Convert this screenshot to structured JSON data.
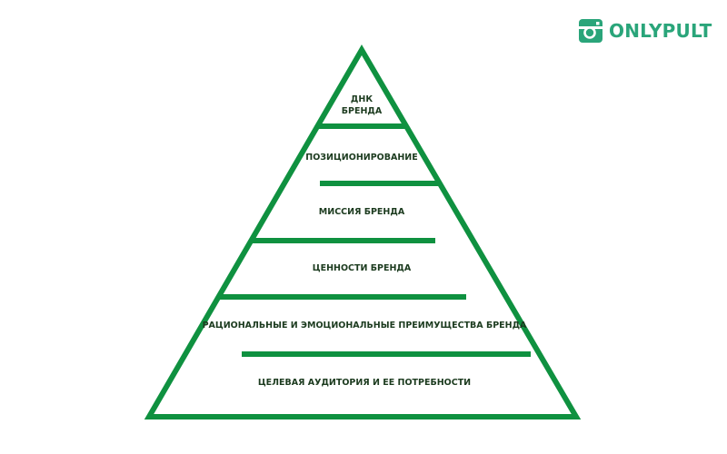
{
  "brand": {
    "name": "ONLYPULT",
    "icon": "camera-icon",
    "color": "#2aa57a"
  },
  "pyramid": {
    "stroke_color": "#0f9140",
    "levels": [
      {
        "label_line1": "ДНК",
        "label_line2": "БРЕНДА"
      },
      {
        "label": "ПОЗИЦИОНИРОВАНИЕ"
      },
      {
        "label": "МИССИЯ БРЕНДА"
      },
      {
        "label": "ЦЕННОСТИ БРЕНДА"
      },
      {
        "label": "РАЦИОНАЛЬНЫЕ И ЭМОЦИОНАЛЬНЫЕ ПРЕИМУЩЕСТВА БРЕНДА"
      },
      {
        "label": "ЦЕЛЕВАЯ АУДИТОРИЯ И ЕЕ ПОТРЕБНОСТИ"
      }
    ]
  }
}
